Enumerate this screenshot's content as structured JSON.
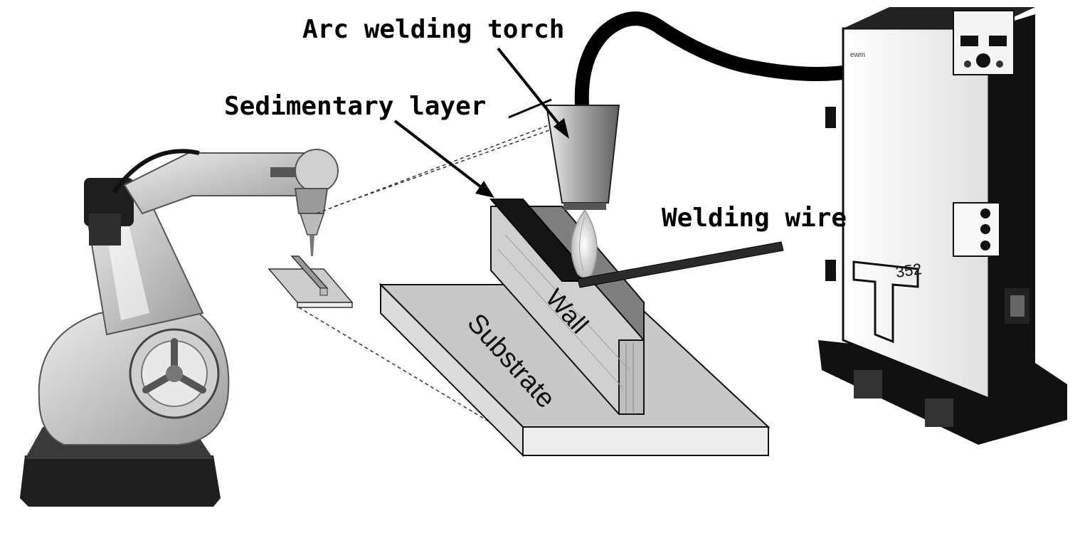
{
  "labels": {
    "torch": "Arc welding torch",
    "layer": "Sedimentary layer",
    "wire": "Welding wire",
    "wall": "Wall",
    "substrate": "Substrate"
  },
  "power_source": {
    "model": "352",
    "brand": "ewm"
  },
  "colors": {
    "ink": "#000000",
    "robot_light": "#d9d9d9",
    "robot_mid": "#a8a8a8",
    "robot_dark": "#1e1e1e",
    "cabinet_body": "#f2f2f2",
    "cabinet_dark": "#111111",
    "substrate_top": "#c8c8c8",
    "substrate_side": "#ececec",
    "wall_face": "#bdbdbd",
    "torch_cone": "#8c8c8c"
  }
}
